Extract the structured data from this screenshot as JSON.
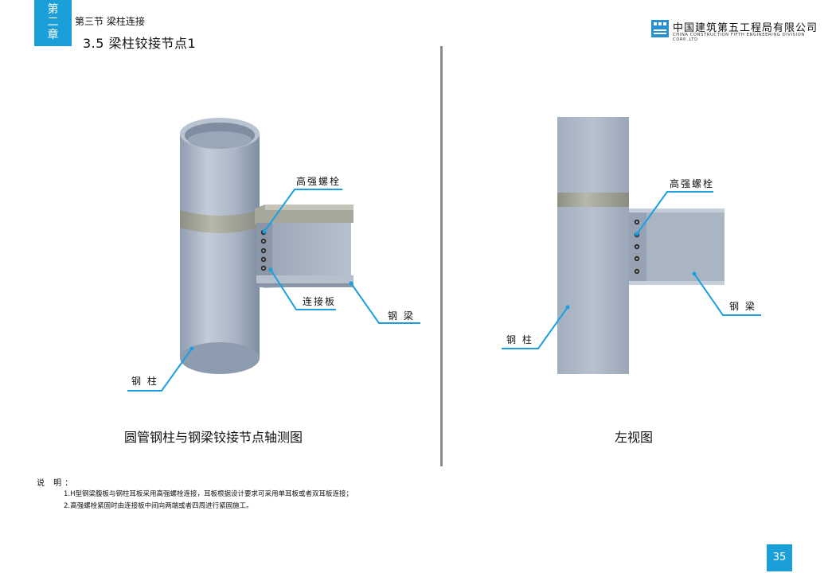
{
  "header": {
    "chapter_chars": [
      "第",
      "二",
      "章"
    ],
    "section": "第三节  梁柱连接",
    "title": "3.5 梁柱铰接节点1",
    "company_cn": "中国建筑第五工程局有限公司",
    "company_en": "CHINA CONSTRUCTION FIFTH ENGINEERING DIVISION CORP.,LTD",
    "brand_color": "#1a9fd9"
  },
  "left_view": {
    "caption": "圆管钢柱与钢梁铰接节点轴测图",
    "labels": {
      "bolt": "高强螺栓",
      "plate": "连接板",
      "beam": "钢 梁",
      "column": "钢 柱"
    }
  },
  "right_view": {
    "caption": "左视图",
    "labels": {
      "bolt": "高强螺栓",
      "beam": "钢 梁",
      "column": "钢 柱"
    }
  },
  "notes": {
    "heading": "说 明：",
    "items": [
      "1.H型钢梁腹板与钢柱耳板采用高强螺栓连接，耳板根据设计要求可采用单耳板或者双耳板连接；",
      "2.高强螺栓紧固时由连接板中间向两端或者四周进行紧固施工。"
    ]
  },
  "page_number": "35"
}
